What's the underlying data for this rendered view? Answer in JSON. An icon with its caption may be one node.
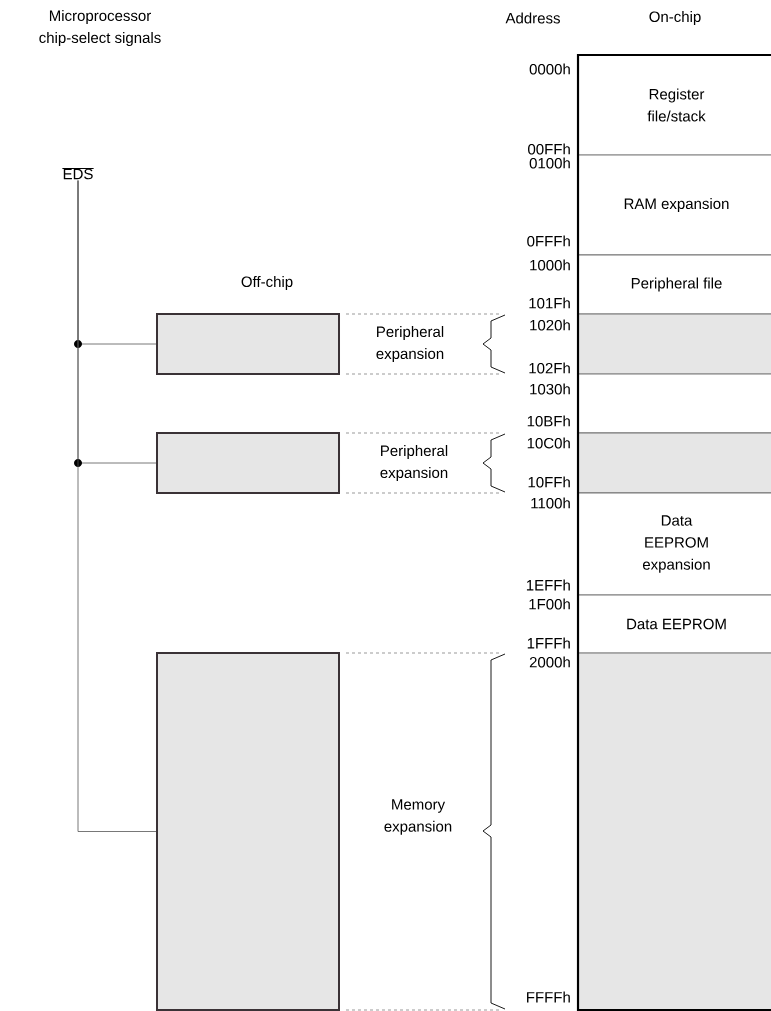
{
  "diagram": {
    "nodes": [
      {
        "text": [
          "EDS"
        ]
      },
      {
        "text": [],
        "shape": "box"
      },
      {
        "text": [],
        "shape": "box"
      },
      {
        "text": [],
        "shape": "box"
      },
      {
        "text": [
          "Register file/stack"
        ]
      },
      {
        "text": [
          "RAM expansion"
        ]
      },
      {
        "text": [
          "Peripheral file"
        ]
      },
      {
        "text": [],
        "shape": "box"
      },
      {
        "text": [],
        "shape": "box"
      },
      {
        "text": [],
        "shape": "box"
      },
      {
        "text": [
          "Data EEPROM expansion"
        ]
      },
      {
        "text": [
          "Data EEPROM"
        ]
      },
      {
        "text": [],
        "shape": "box"
      }
    ],
    "edges": [
      {
        "from": 0,
        "to": 1,
        "arrow": "none"
      },
      {
        "from": 0,
        "to": 2,
        "arrow": "none"
      },
      {
        "from": 0,
        "to": 3,
        "arrow": "none"
      }
    ],
    "labels": [
      "Microprocessor chip-select signals",
      "Address",
      "On-chip",
      "0000h",
      "00FFh",
      "0100h",
      "0FFFh",
      "1000h",
      "Off-chip",
      "101Fh",
      "1020h",
      "Peripheral expansion",
      "102Fh",
      "1030h",
      "10BFh",
      "10C0h",
      "Peripheral expansion",
      "10FFh",
      "1100h",
      "1EFFh",
      "1F00h",
      "1FFFh",
      "2000h",
      "Memory expansion",
      "FFFFh"
    ]
  }
}
